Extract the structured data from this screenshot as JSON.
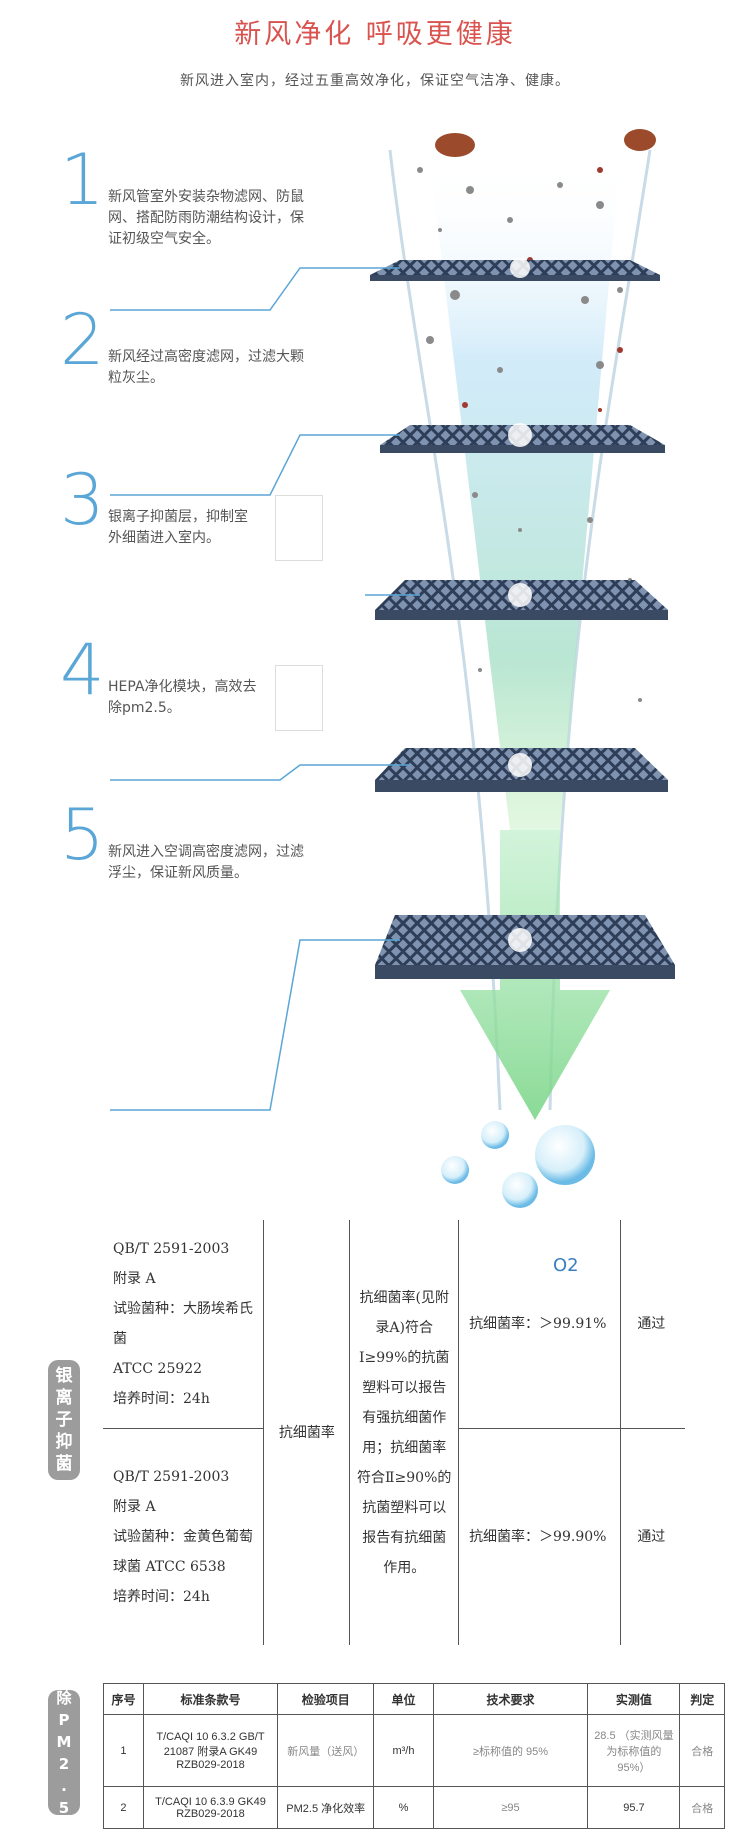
{
  "header": {
    "title": "新风净化 呼吸更健康",
    "subtitle": "新风进入室内，经过五重高效净化，保证空气洁净、健康。"
  },
  "steps": [
    {
      "num": "1",
      "text": "新风管室外安装杂物滤网、防鼠网、搭配防雨防潮结构设计，保证初级空气安全。"
    },
    {
      "num": "2",
      "text": "新风经过高密度滤网，过滤大颗粒灰尘。"
    },
    {
      "num": "3",
      "text": "银离子抑菌层，抑制室外细菌进入室内。"
    },
    {
      "num": "4",
      "text": "HEPA净化模块，高效去除pm2.5。"
    },
    {
      "num": "5",
      "text": "新风进入空调高密度滤网，过滤浮尘，保证新风质量。"
    }
  ],
  "o2_label": "O2",
  "colors": {
    "accent": "#5aa6d6",
    "title": "#d9534f",
    "tab": "#9c9c9c"
  },
  "antibacterial": {
    "tab": [
      "银",
      "离",
      "子",
      "抑",
      "菌"
    ],
    "item": "抗细菌率",
    "requirement": "抗细菌率(见附录A)符合Ⅰ≥99%的抗菌塑料可以报告有强抗细菌作用；抗细菌率符合Ⅱ≥90%的抗菌塑料可以报告有抗细菌作用。",
    "rows": [
      {
        "std": [
          "QB/T 2591-2003",
          "附录 A",
          "试验菌种：大肠埃希氏菌",
          "ATCC 25922",
          "培养时间：24h"
        ],
        "result": "抗细菌率：＞99.91%",
        "verdict": "通过"
      },
      {
        "std": [
          "QB/T 2591-2003",
          "附录 A",
          "试验菌种：金黄色葡萄球菌 ATCC 6538",
          "培养时间：24h"
        ],
        "result": "抗细菌率：＞99.90%",
        "verdict": "通过"
      }
    ]
  },
  "pm25": {
    "tab": [
      "除",
      "P",
      "M",
      "2",
      ".",
      "5"
    ],
    "headers": [
      "序号",
      "标准条款号",
      "检验项目",
      "单位",
      "技术要求",
      "实测值",
      "判定"
    ],
    "rows": [
      {
        "no": "1",
        "std": "T/CAQI 10 6.3.2 GB/T 21087 附录A GK49 RZB029-2018",
        "item": "新风量（送风）",
        "unit": "m³/h",
        "req": "≥标称值的 95%",
        "value": "28.5 （实测风量为标称值的 95%）",
        "verdict": "合格"
      },
      {
        "no": "2",
        "std": "T/CAQI 10 6.3.9 GK49 RZB029-2018",
        "item": "PM2.5 净化效率",
        "unit": "%",
        "req": "≥95",
        "value": "95.7",
        "verdict": "合格"
      }
    ]
  }
}
